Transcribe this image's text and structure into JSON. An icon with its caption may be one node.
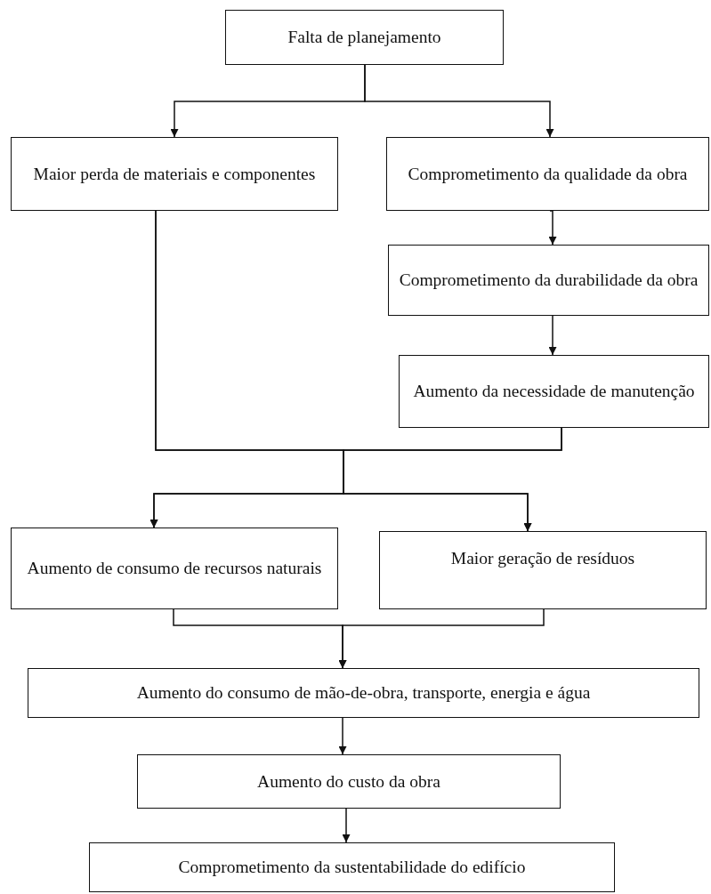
{
  "diagram": {
    "nodes": [
      {
        "text": [
          "Falta de planejamento"
        ]
      },
      {
        "text": [
          "Maior perda de materiais e componentes"
        ]
      },
      {
        "text": [
          "Comprometimento da qualidade da obra"
        ]
      },
      {
        "text": [
          "Comprometimento da durabilidade da obra"
        ]
      },
      {
        "text": [
          "Aumento da necessidade de manutenção"
        ]
      },
      {
        "text": [
          "Aumento de consumo de recursos naturais"
        ]
      },
      {
        "text": [
          "Maior geração de resíduos"
        ]
      },
      {
        "text": [
          "Aumento do consumo de mão-de-obra, transporte, energia e água"
        ]
      },
      {
        "text": [
          "Aumento do custo da obra"
        ]
      },
      {
        "text": [
          "Comprometimento da sustentabilidade do edifício"
        ]
      }
    ],
    "edges": [
      {
        "from": 0,
        "to": 1,
        "arrow": "to"
      },
      {
        "from": 0,
        "to": 2,
        "arrow": "to"
      },
      {
        "from": 2,
        "to": 3,
        "arrow": "to"
      },
      {
        "from": 3,
        "to": 4,
        "arrow": "to"
      },
      {
        "from": 1,
        "to": 5,
        "arrow": "to"
      },
      {
        "from": 1,
        "to": 6,
        "arrow": "to"
      },
      {
        "from": 4,
        "to": 5,
        "arrow": "to"
      },
      {
        "from": 4,
        "to": 6,
        "arrow": "to"
      },
      {
        "from": 5,
        "to": 7,
        "arrow": "to"
      },
      {
        "from": 6,
        "to": 7,
        "arrow": "to"
      },
      {
        "from": 7,
        "to": 8,
        "arrow": "to"
      },
      {
        "from": 8,
        "to": 9,
        "arrow": "to"
      }
    ]
  }
}
